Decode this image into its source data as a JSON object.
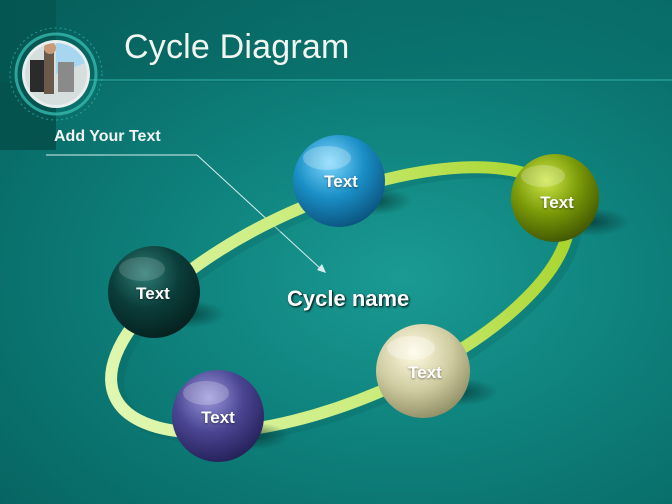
{
  "slide": {
    "title": "Cycle Diagram",
    "subtitle": "Add Your Text",
    "center_label": "Cycle name"
  },
  "nodes": [
    {
      "label": "Text",
      "color": "#1a8fc6"
    },
    {
      "label": "Text",
      "color": "#7a9a08"
    },
    {
      "label": "Text",
      "color": "#cfcba0"
    },
    {
      "label": "Text",
      "color": "#4a4592"
    },
    {
      "label": "Text",
      "color": "#0b3d3a"
    }
  ],
  "colors": {
    "background": "#0e7f7a",
    "ring": "#c9ec73",
    "text": "#ffffff"
  },
  "icons": {
    "header": "photo-thumbnail-icon"
  }
}
